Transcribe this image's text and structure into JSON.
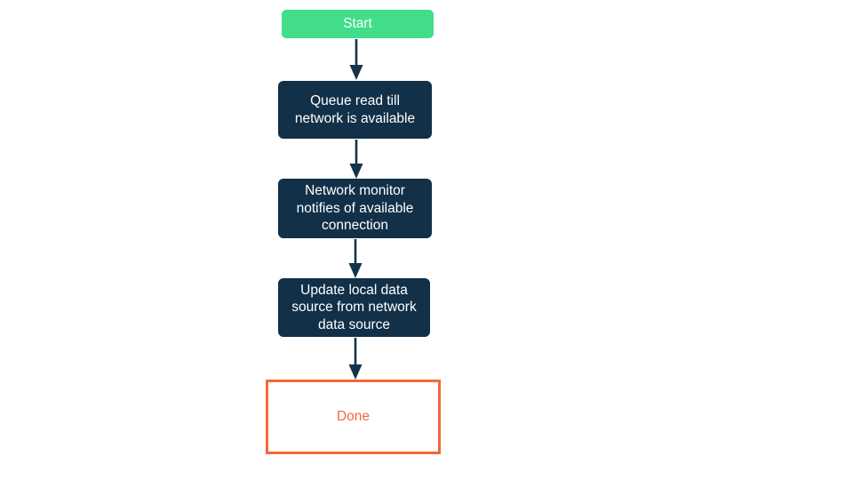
{
  "diagram": {
    "type": "flowchart",
    "orientation": "top-to-bottom",
    "title": "",
    "background_color": "#ffffff",
    "colors": {
      "start_fill": "#42dd8b",
      "start_text": "#ffffff",
      "process_fill": "#123047",
      "process_text": "#ffffff",
      "done_border": "#f2683c",
      "done_text": "#f2683c",
      "done_fill": "#ffffff",
      "edge_stroke": "#12344a"
    },
    "nodes": [
      {
        "id": "start",
        "shape": "rounded-rectangle",
        "label": "Start"
      },
      {
        "id": "queue-read",
        "shape": "rounded-rectangle",
        "label": "Queue read till\nnetwork is available"
      },
      {
        "id": "network-monitor",
        "shape": "rounded-rectangle",
        "label": "Network monitor\nnotifies of available\nconnection"
      },
      {
        "id": "update-local",
        "shape": "rounded-rectangle",
        "label": "Update local data\nsource from network\ndata source"
      },
      {
        "id": "done",
        "shape": "rectangle",
        "label": "Done"
      }
    ],
    "edges": [
      {
        "id": "edge-start-queue",
        "from": "start",
        "to": "queue-read",
        "label": "",
        "arrow": "down"
      },
      {
        "id": "edge-queue-monitor",
        "from": "queue-read",
        "to": "network-monitor",
        "label": "",
        "arrow": "down"
      },
      {
        "id": "edge-monitor-update",
        "from": "network-monitor",
        "to": "update-local",
        "label": "",
        "arrow": "down"
      },
      {
        "id": "edge-update-done",
        "from": "update-local",
        "to": "done",
        "label": "",
        "arrow": "down"
      }
    ]
  }
}
